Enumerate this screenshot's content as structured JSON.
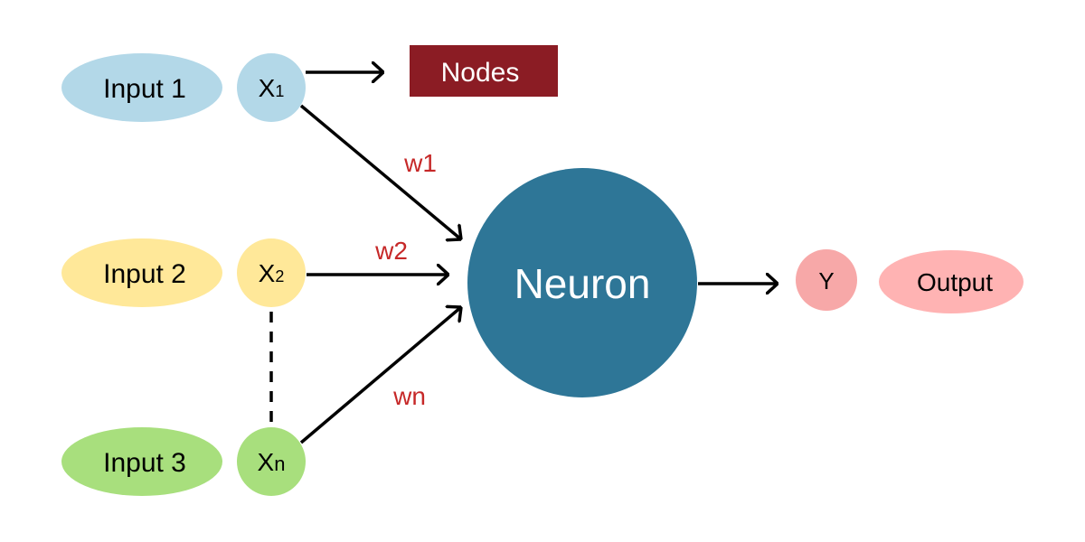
{
  "inputs": [
    {
      "label": "Input 1",
      "node": "X",
      "sub": "1",
      "color": "#b3d8e8"
    },
    {
      "label": "Input 2",
      "node": "X",
      "sub": "2",
      "color": "#ffe899"
    },
    {
      "label": "Input 3",
      "node": "X",
      "sub": "n",
      "color": "#a8df7d"
    }
  ],
  "weights": [
    "w1",
    "w2",
    "wn"
  ],
  "nodes_box": {
    "label": "Nodes",
    "color": "#8b1c24"
  },
  "neuron": {
    "label": "Neuron",
    "color": "#2e7697"
  },
  "output": {
    "node": "Y",
    "label": "Output",
    "node_color": "#f7a8a8",
    "label_color": "#ffb3b3"
  },
  "colors": {
    "weight_text": "#c62828",
    "arrow": "#000000"
  }
}
